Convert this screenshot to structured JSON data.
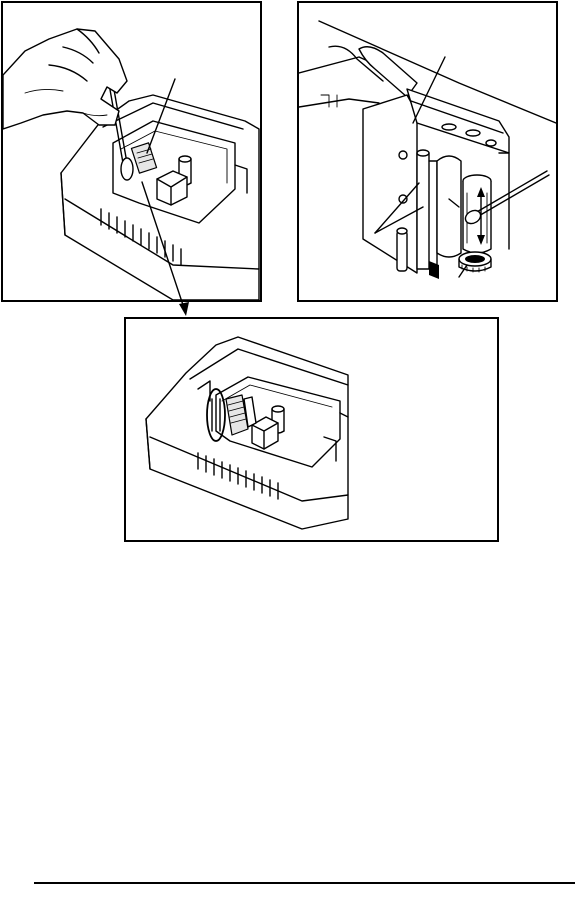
{
  "document": {
    "figures": [
      {
        "id": "fig-head-cleaning",
        "icons": [
          "hand-icon",
          "cotton-swab-icon",
          "print-head-icon",
          "cassette-compartment-icon"
        ]
      },
      {
        "id": "fig-roller-cleaning",
        "icons": [
          "pinch-roller-icon",
          "cotton-swab-icon",
          "rotation-arrow-icon",
          "gear-icon"
        ]
      },
      {
        "id": "fig-head-detail",
        "icons": [
          "print-head-highlight-icon",
          "cassette-compartment-icon"
        ]
      }
    ],
    "colors": {
      "line": "#000000",
      "background": "#ffffff",
      "shade": "#e6e6e6"
    }
  }
}
